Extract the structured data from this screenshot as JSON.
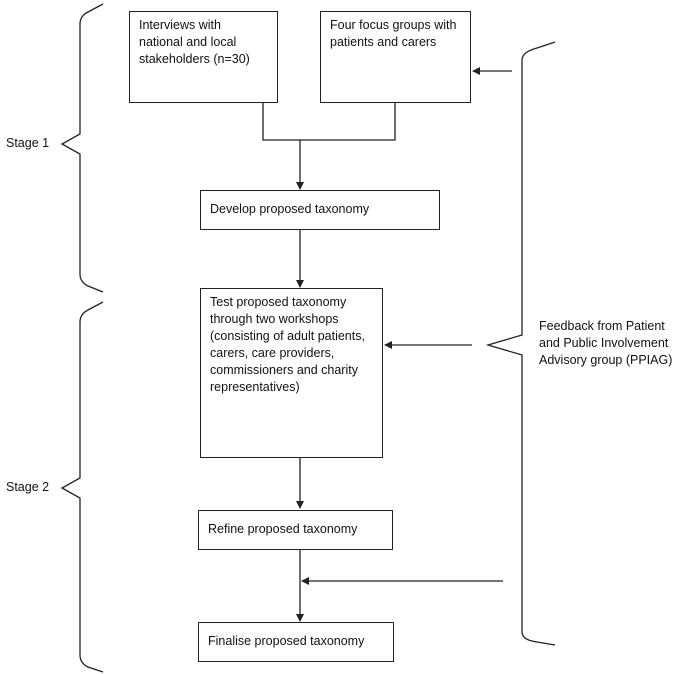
{
  "stages": {
    "stage1": "Stage 1",
    "stage2": "Stage 2"
  },
  "boxes": {
    "interviews": "Interviews with national and local stakeholders (n=30)",
    "focus_groups": "Four focus groups with patients and carers",
    "develop": "Develop proposed taxonomy",
    "test": "Test proposed taxonomy through two workshops (consisting of adult patients, carers, care providers, commissioners and charity representatives)",
    "refine": "Refine proposed taxonomy",
    "finalise": "Finalise proposed taxonomy"
  },
  "feedback": "Feedback from Patient and Public Involvement Advisory group (PPIAG)",
  "colors": {
    "line": "#222222",
    "text": "#111111"
  }
}
